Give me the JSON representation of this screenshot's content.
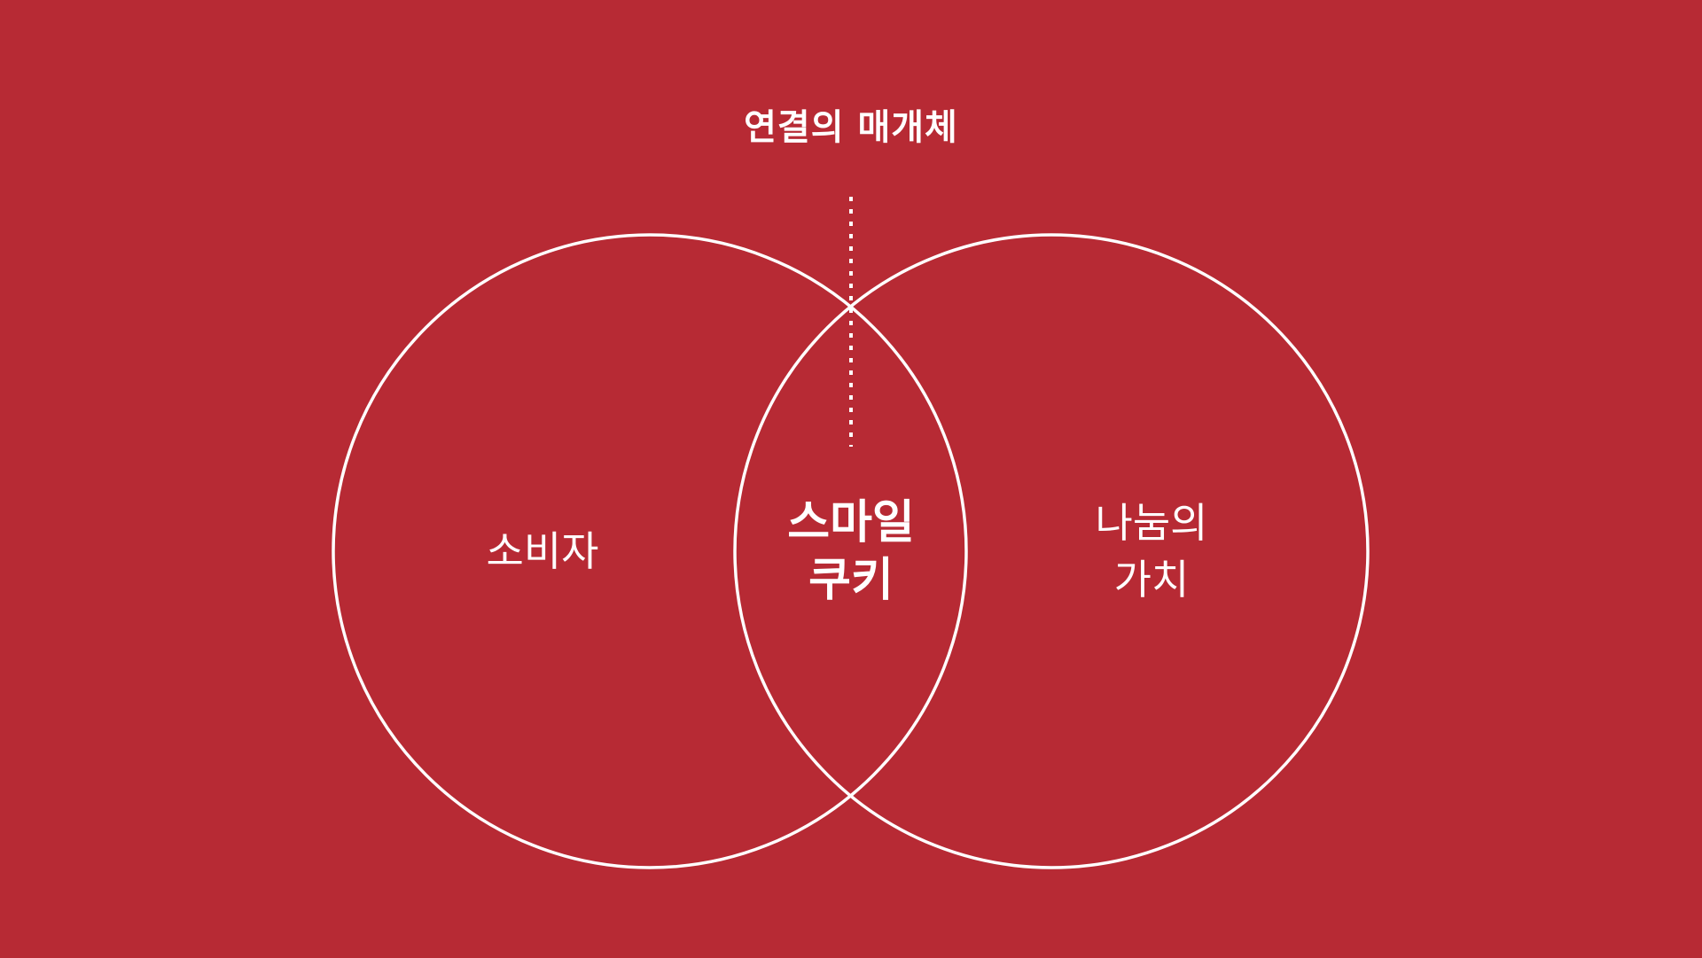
{
  "background_color": "#B72A34",
  "foreground_color": "#FFFFFF",
  "top_label": "연결의 매개체",
  "circles": [
    {
      "name": "consumer",
      "label_lines": [
        "소비자"
      ]
    },
    {
      "name": "value",
      "label_lines": [
        "나눔의",
        "가치"
      ]
    }
  ],
  "intersection_label_lines": [
    "스마일",
    "쿠키"
  ]
}
